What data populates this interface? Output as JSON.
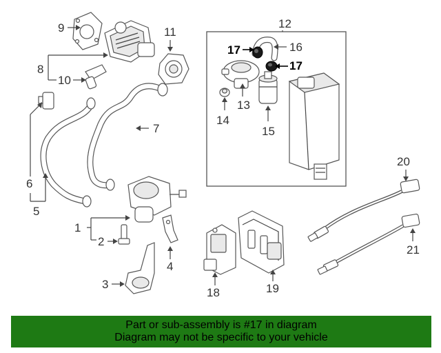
{
  "callouts": {
    "c1": "1",
    "c2": "2",
    "c3": "3",
    "c4": "4",
    "c5": "5",
    "c6": "6",
    "c7": "7",
    "c8": "8",
    "c9": "9",
    "c10": "10",
    "c11": "11",
    "c12": "12",
    "c13": "13",
    "c14": "14",
    "c15": "15",
    "c16": "16",
    "c17a": "17",
    "c17b": "17",
    "c18": "18",
    "c19": "19",
    "c20": "20",
    "c21": "21"
  },
  "highlight_part": "17",
  "footer": {
    "line1": "Part or sub-assembly is #17 in diagram",
    "line2": "Diagram may not be specific to your vehicle"
  },
  "colors": {
    "footer_bg": "#1e7a14",
    "highlight_part": "#1a1a1a",
    "line": "#444444"
  }
}
